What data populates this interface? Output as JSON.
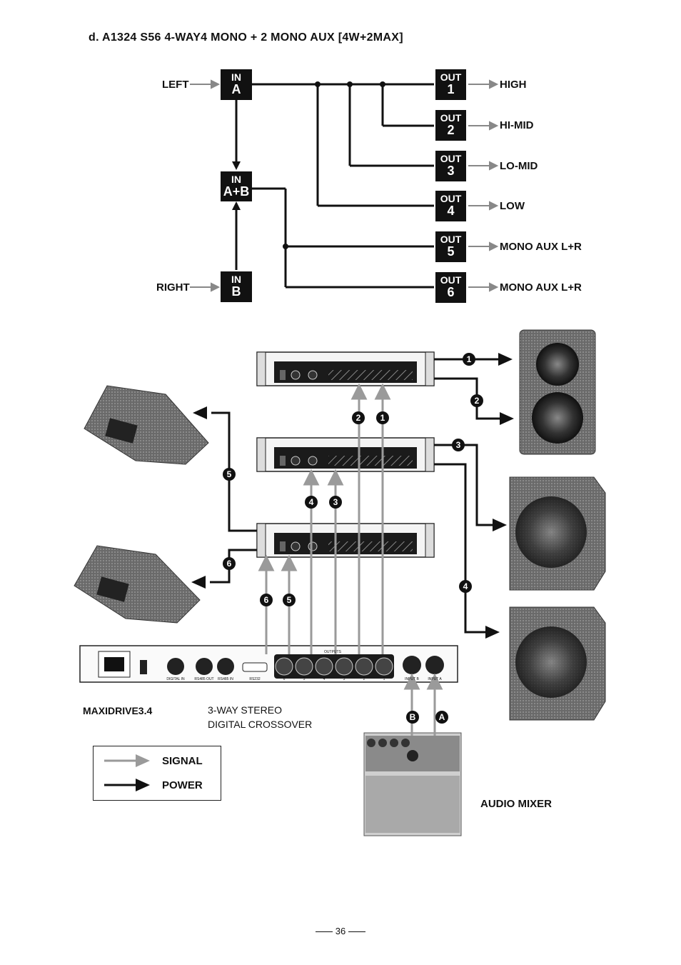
{
  "page_title": "d. A1324 S56 4-WAY4 MONO + 2 MONO AUX [4W+2MAX]",
  "routing": {
    "inputs": [
      {
        "source": "LEFT",
        "top": "IN",
        "bottom": "A"
      },
      {
        "source": "RIGHT",
        "top": "IN",
        "bottom": "B"
      }
    ],
    "sum": {
      "top": "IN",
      "bottom": "A+B"
    },
    "outputs": [
      {
        "top": "OUT",
        "bottom": "1",
        "dest": "HIGH"
      },
      {
        "top": "OUT",
        "bottom": "2",
        "dest": "HI-MID"
      },
      {
        "top": "OUT",
        "bottom": "3",
        "dest": "LO-MID"
      },
      {
        "top": "OUT",
        "bottom": "4",
        "dest": "LOW"
      },
      {
        "top": "OUT",
        "bottom": "5",
        "dest": "MONO AUX L+R"
      },
      {
        "top": "OUT",
        "bottom": "6",
        "dest": "MONO AUX L+R"
      }
    ]
  },
  "crossover": {
    "model": "MAXIDRIVE3.4",
    "desc1": "3-WAY STEREO",
    "desc2": "DIGITAL CROSSOVER",
    "outputs_label": "OUTPUTS",
    "port_labels": [
      "DIGITAL IN",
      "RS485 OUT",
      "RS485 IN",
      "RS232",
      "INPUT B",
      "INPUT A"
    ],
    "output_numbers": [
      "6",
      "5",
      "4",
      "3",
      "2",
      "1"
    ]
  },
  "mixer_label": "AUDIO MIXER",
  "markers": {
    "numbers": [
      "1",
      "2",
      "3",
      "4",
      "5",
      "6"
    ],
    "inputs": [
      "A",
      "B"
    ]
  },
  "legend": {
    "signal": "SIGNAL",
    "power": "POWER"
  },
  "colors": {
    "signal": "#9a9a9a",
    "power": "#111111"
  },
  "page_number": "36"
}
